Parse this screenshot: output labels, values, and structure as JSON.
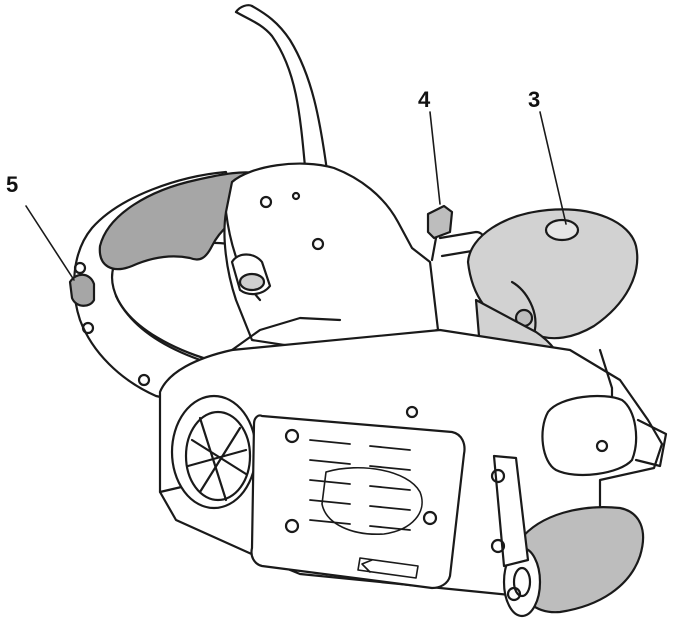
{
  "callouts": {
    "five": "5",
    "four": "4",
    "three": "3"
  },
  "colors": {
    "outline": "#1a1a1a",
    "body": "#ffffff",
    "grip": "#a6a6a6",
    "dust_knob": "#d2d2d2",
    "belt": "#bdbdbd"
  },
  "icons": [
    "belt-sander-illustration",
    "dust-port-icon",
    "direction-arrow-icon"
  ]
}
